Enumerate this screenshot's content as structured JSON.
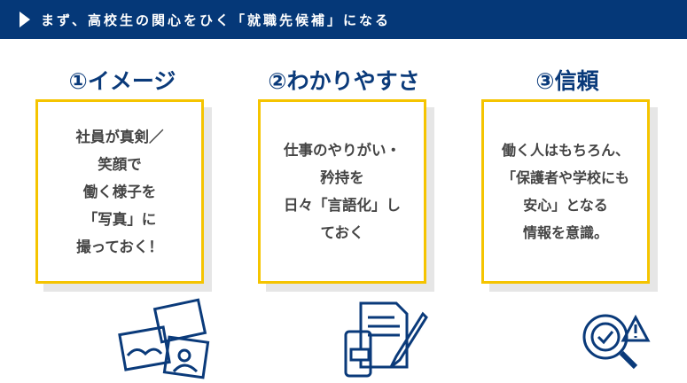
{
  "banner": {
    "text": "まず、高校生の関心をひく「就職先候補」になる"
  },
  "columns": [
    {
      "title": "①イメージ",
      "text": "社員が真剣／\n笑顔で\n働く様子を\n「写真」に\n撮っておく！",
      "icon": "photos-icon"
    },
    {
      "title": "②わかりやすさ",
      "text": "仕事のやりがい・\n矜持を\n日々「言語化」し\nておく",
      "icon": "document-phone-pen-icon"
    },
    {
      "title": "③信頼",
      "text": "働く人はもちろん、\n「保護者や学校にも\n安心」となる\n情報を意識。",
      "icon": "magnifier-check-warning-icon"
    }
  ],
  "colors": {
    "navy": "#053878",
    "yellow": "#f5c400"
  }
}
